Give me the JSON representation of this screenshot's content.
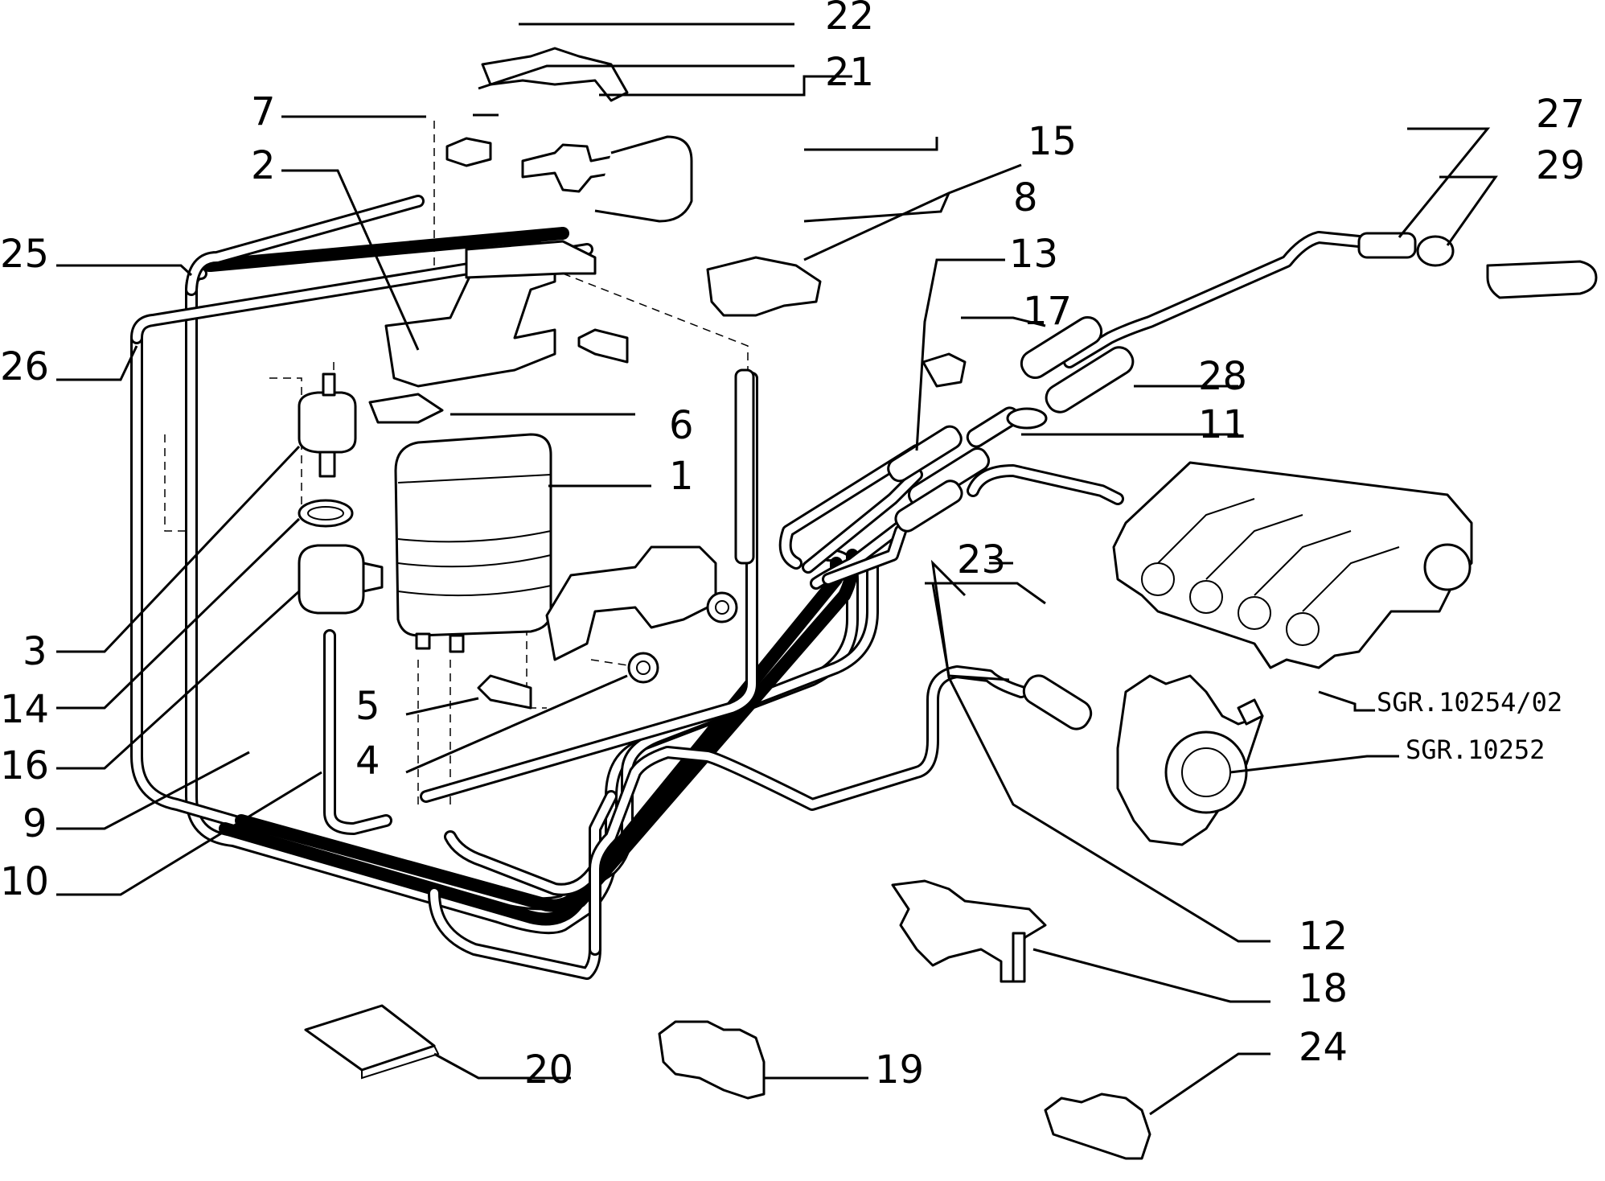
{
  "callouts": [
    {
      "id": "p1",
      "text": "1"
    },
    {
      "id": "p2",
      "text": "2"
    },
    {
      "id": "p3",
      "text": "3"
    },
    {
      "id": "p4",
      "text": "4"
    },
    {
      "id": "p5",
      "text": "5"
    },
    {
      "id": "p6",
      "text": "6"
    },
    {
      "id": "p7",
      "text": "7"
    },
    {
      "id": "p8",
      "text": "8"
    },
    {
      "id": "p9",
      "text": "9"
    },
    {
      "id": "p10",
      "text": "10"
    },
    {
      "id": "p11",
      "text": "11"
    },
    {
      "id": "p12",
      "text": "12"
    },
    {
      "id": "p13",
      "text": "13"
    },
    {
      "id": "p14",
      "text": "14"
    },
    {
      "id": "p15",
      "text": "15"
    },
    {
      "id": "p16",
      "text": "16"
    },
    {
      "id": "p17",
      "text": "17"
    },
    {
      "id": "p18",
      "text": "18"
    },
    {
      "id": "p19",
      "text": "19"
    },
    {
      "id": "p20",
      "text": "20"
    },
    {
      "id": "p21",
      "text": "21"
    },
    {
      "id": "p22",
      "text": "22"
    },
    {
      "id": "p23",
      "text": "23"
    },
    {
      "id": "p24",
      "text": "24"
    },
    {
      "id": "p25",
      "text": "25"
    },
    {
      "id": "p26",
      "text": "26"
    },
    {
      "id": "p27",
      "text": "27"
    },
    {
      "id": "p28",
      "text": "28"
    },
    {
      "id": "p29",
      "text": "29"
    }
  ],
  "references": {
    "manifold": "SGR.10254/02",
    "turbo": "SGR.10252"
  },
  "colors": {
    "ink": "#000000",
    "paper": "#ffffff"
  }
}
